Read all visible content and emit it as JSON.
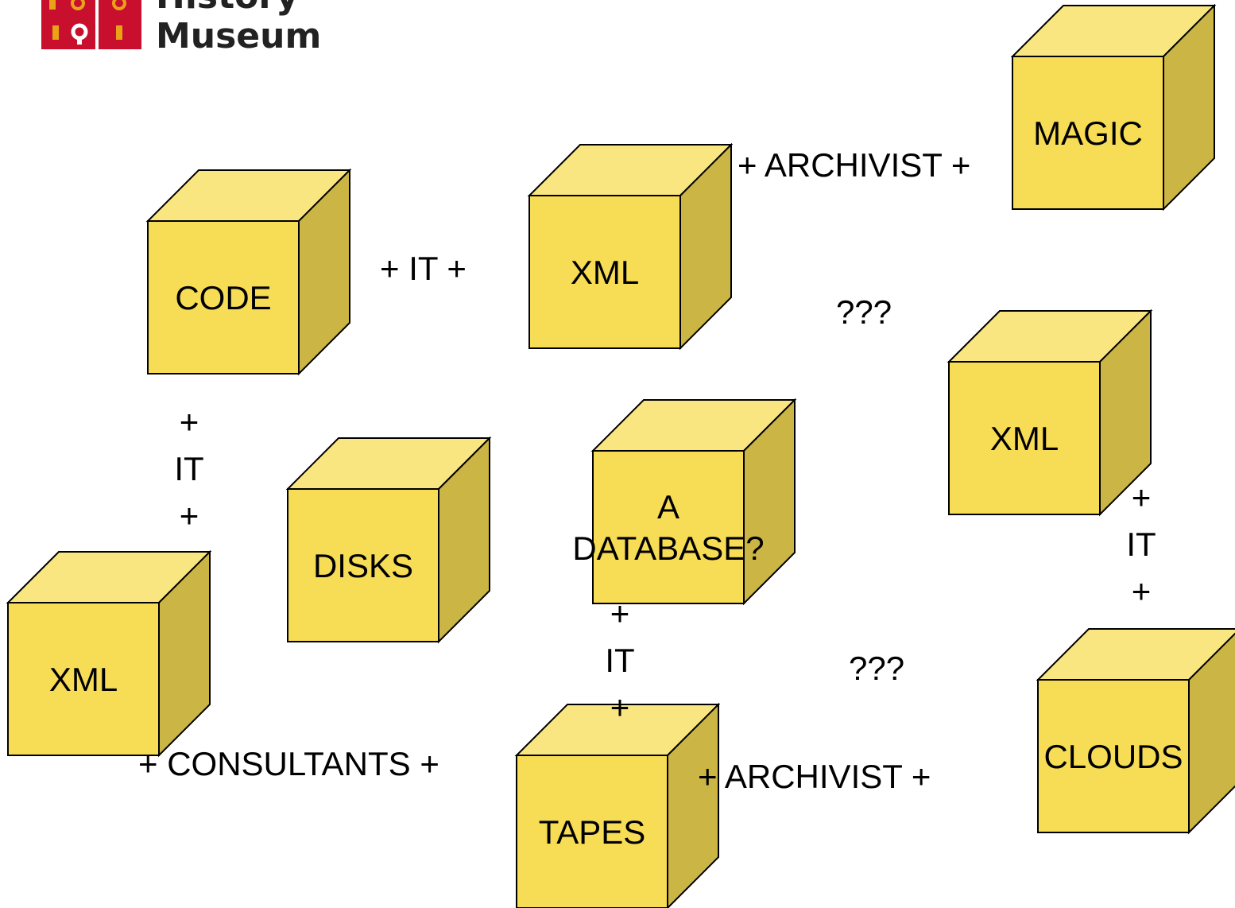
{
  "logo": {
    "line1": "History",
    "line2": "Museum",
    "brand_color": "#c8102e",
    "accent_color": "#e8a317"
  },
  "colors": {
    "cube_front": "#f7dc55",
    "cube_top": "#fae680",
    "cube_side": "#cbb545",
    "outline": "#000000"
  },
  "cubes": [
    {
      "label": "CODE"
    },
    {
      "label": "XML"
    },
    {
      "label": "MAGIC"
    },
    {
      "label": "XML"
    },
    {
      "label": "DISKS"
    },
    {
      "label": "A\nDATABASE?"
    },
    {
      "label": "XML"
    },
    {
      "label": "TAPES"
    },
    {
      "label": "CLOUDS"
    }
  ],
  "connectors": [
    {
      "text": "+ IT +"
    },
    {
      "text": "+ ARCHIVIST +"
    },
    {
      "text": "???"
    },
    {
      "text": "+\nIT\n+"
    },
    {
      "text": "+\nIT\n+"
    },
    {
      "text": "+\nIT\n+"
    },
    {
      "text": "???"
    },
    {
      "text": "+ CONSULTANTS +"
    },
    {
      "text": "+ ARCHIVIST +"
    }
  ]
}
